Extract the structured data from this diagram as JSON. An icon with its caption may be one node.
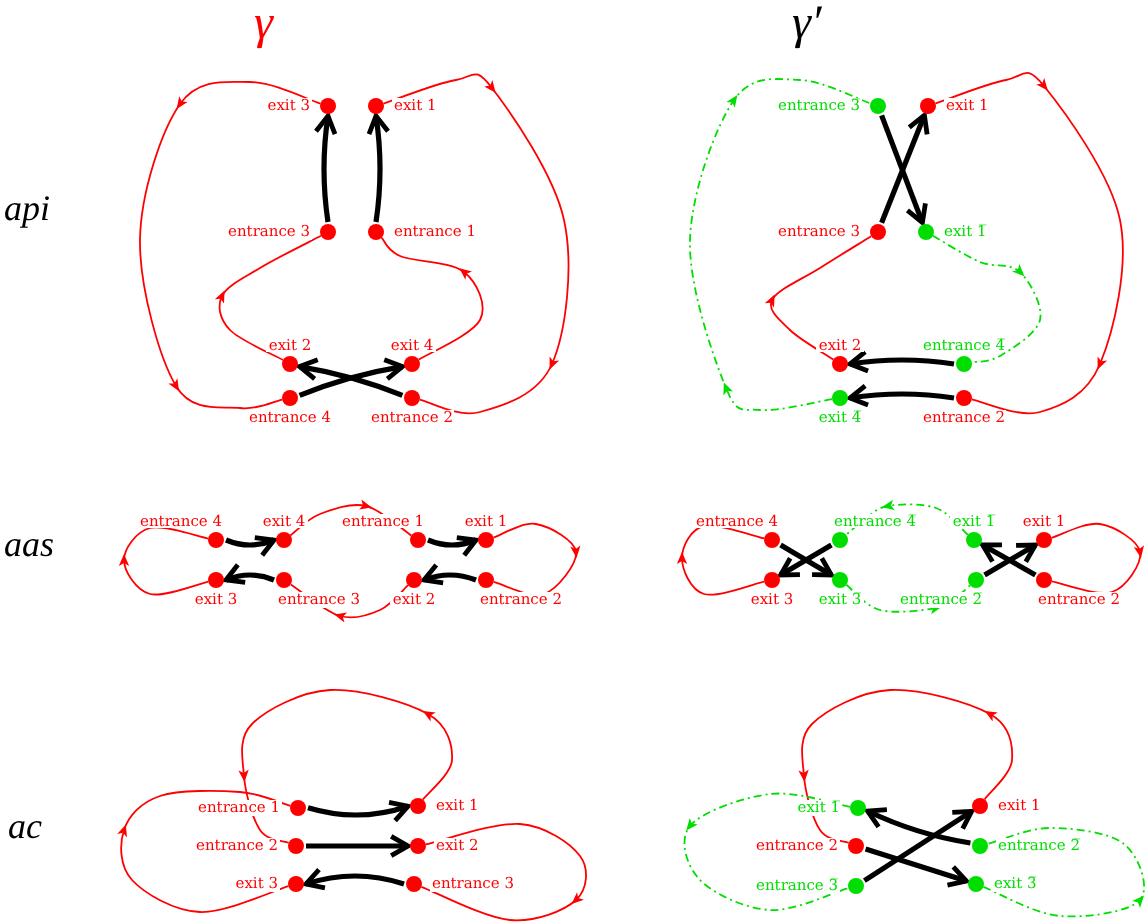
{
  "diagram": {
    "nodes": [
      {
        "text": [
          "exit 3"
        ]
      },
      {
        "text": [
          "exit 1"
        ]
      },
      {
        "text": [
          "entrance 3"
        ]
      },
      {
        "text": [
          "entrance 1"
        ]
      },
      {
        "text": [
          "exit 2"
        ]
      },
      {
        "text": [
          "exit 4"
        ]
      },
      {
        "text": [
          "entrance 4"
        ]
      },
      {
        "text": [
          "entrance 2"
        ]
      },
      {
        "text": [
          "entrance 3̅"
        ]
      },
      {
        "text": [
          "exit 1"
        ]
      },
      {
        "text": [
          "entrance 3"
        ]
      },
      {
        "text": [
          "exit 1̅"
        ]
      },
      {
        "text": [
          "exit 2"
        ]
      },
      {
        "text": [
          "entrance 4̅"
        ]
      },
      {
        "text": [
          "exit 4̅"
        ]
      },
      {
        "text": [
          "entrance 2"
        ]
      },
      {
        "text": [
          "entrance 4"
        ]
      },
      {
        "text": [
          "exit 4"
        ]
      },
      {
        "text": [
          "entrance 1"
        ]
      },
      {
        "text": [
          "exit 1"
        ]
      },
      {
        "text": [
          "exit 3"
        ]
      },
      {
        "text": [
          "entrance 3"
        ]
      },
      {
        "text": [
          "exit 2"
        ]
      },
      {
        "text": [
          "entrance 2"
        ]
      },
      {
        "text": [
          "entrance 4"
        ]
      },
      {
        "text": [
          "entrance 4̅"
        ]
      },
      {
        "text": [
          "exit 1̅"
        ]
      },
      {
        "text": [
          "exit 1"
        ]
      },
      {
        "text": [
          "exit 3"
        ]
      },
      {
        "text": [
          "exit 3̅"
        ]
      },
      {
        "text": [
          "entrance 2̅"
        ]
      },
      {
        "text": [
          "entrance 2"
        ]
      },
      {
        "text": [
          "entrance 1"
        ]
      },
      {
        "text": [
          "exit 1"
        ]
      },
      {
        "text": [
          "entrance 2"
        ]
      },
      {
        "text": [
          "exit 2"
        ]
      },
      {
        "text": [
          "exit 3"
        ]
      },
      {
        "text": [
          "entrance 3"
        ]
      },
      {
        "text": [
          "exit 1̅"
        ]
      },
      {
        "text": [
          "exit 1"
        ]
      },
      {
        "text": [
          "entrance 2"
        ]
      },
      {
        "text": [
          "entrance 2̅"
        ]
      },
      {
        "text": [
          "entrance 3̅"
        ]
      },
      {
        "text": [
          "exit 3̅"
        ]
      }
    ],
    "edges": [
      {
        "from": 2,
        "to": 0,
        "arrow": "to",
        "style": "thick"
      },
      {
        "from": 3,
        "to": 1,
        "arrow": "to",
        "style": "thick"
      },
      {
        "from": 6,
        "to": 5,
        "arrow": "to",
        "style": "thick"
      },
      {
        "from": 7,
        "to": 4,
        "arrow": "to",
        "style": "thick"
      },
      {
        "from": 0,
        "to": 6,
        "arrow": "to",
        "color": "#ff0000"
      },
      {
        "from": 1,
        "to": 7,
        "arrow": "to",
        "color": "#ff0000"
      },
      {
        "from": 4,
        "to": 2,
        "arrow": "to",
        "color": "#ff0000"
      },
      {
        "from": 5,
        "to": 3,
        "arrow": "to",
        "color": "#ff0000"
      },
      {
        "from": 10,
        "to": 9,
        "arrow": "to",
        "style": "thick"
      },
      {
        "from": 8,
        "to": 11,
        "arrow": "to",
        "style": "thick"
      },
      {
        "from": 13,
        "to": 12,
        "arrow": "to",
        "style": "thick"
      },
      {
        "from": 15,
        "to": 14,
        "arrow": "to",
        "style": "thick"
      },
      {
        "from": 9,
        "to": 15,
        "arrow": "to",
        "color": "#ff0000"
      },
      {
        "from": 14,
        "to": 8,
        "arrow": "to",
        "style": "dashed",
        "color": "#00dd00"
      },
      {
        "from": 12,
        "to": 10,
        "arrow": "to",
        "color": "#ff0000"
      },
      {
        "from": 11,
        "to": 13,
        "arrow": "to",
        "style": "dashed",
        "color": "#00dd00"
      },
      {
        "from": 16,
        "to": 17,
        "arrow": "to",
        "style": "thick"
      },
      {
        "from": 18,
        "to": 19,
        "arrow": "to",
        "style": "thick"
      },
      {
        "from": 21,
        "to": 20,
        "arrow": "to",
        "style": "thick"
      },
      {
        "from": 23,
        "to": 22,
        "arrow": "to",
        "style": "thick"
      },
      {
        "from": 17,
        "to": 18,
        "arrow": "to",
        "color": "#ff0000"
      },
      {
        "from": 19,
        "to": 23,
        "arrow": "to",
        "color": "#ff0000"
      },
      {
        "from": 22,
        "to": 21,
        "arrow": "to",
        "color": "#ff0000"
      },
      {
        "from": 20,
        "to": 16,
        "arrow": "to",
        "color": "#ff0000"
      },
      {
        "from": 24,
        "to": 29,
        "arrow": "to",
        "style": "thick"
      },
      {
        "from": 25,
        "to": 28,
        "arrow": "to",
        "style": "thick"
      },
      {
        "from": 30,
        "to": 27,
        "arrow": "to",
        "style": "thick"
      },
      {
        "from": 31,
        "to": 26,
        "arrow": "to",
        "style": "thick"
      },
      {
        "from": 27,
        "to": 31,
        "arrow": "to",
        "color": "#ff0000"
      },
      {
        "from": 28,
        "to": 24,
        "arrow": "to",
        "color": "#ff0000"
      },
      {
        "from": 26,
        "to": 25,
        "arrow": "to",
        "style": "dashed",
        "color": "#00dd00"
      },
      {
        "from": 29,
        "to": 30,
        "arrow": "to",
        "style": "dashed",
        "color": "#00dd00"
      },
      {
        "from": 32,
        "to": 33,
        "arrow": "to",
        "style": "thick"
      },
      {
        "from": 34,
        "to": 35,
        "arrow": "to",
        "style": "thick"
      },
      {
        "from": 37,
        "to": 36,
        "arrow": "to",
        "style": "thick"
      },
      {
        "from": 33,
        "to": 34,
        "arrow": "to",
        "color": "#ff0000"
      },
      {
        "from": 36,
        "to": 32,
        "arrow": "to",
        "color": "#ff0000"
      },
      {
        "from": 35,
        "to": 37,
        "arrow": "to",
        "color": "#ff0000"
      },
      {
        "from": 40,
        "to": 43,
        "arrow": "to",
        "style": "thick"
      },
      {
        "from": 42,
        "to": 39,
        "arrow": "to",
        "style": "thick"
      },
      {
        "from": 41,
        "to": 38,
        "arrow": "to",
        "style": "thick"
      },
      {
        "from": 39,
        "to": 40,
        "arrow": "to",
        "color": "#ff0000"
      },
      {
        "from": 43,
        "to": 41,
        "arrow": "to",
        "style": "dashed",
        "color": "#00dd00"
      },
      {
        "from": 38,
        "to": 42,
        "arrow": "to",
        "style": "dashed",
        "color": "#00dd00"
      }
    ],
    "labels": [
      "γ",
      "γ′",
      "api",
      "aas",
      "ac"
    ]
  }
}
